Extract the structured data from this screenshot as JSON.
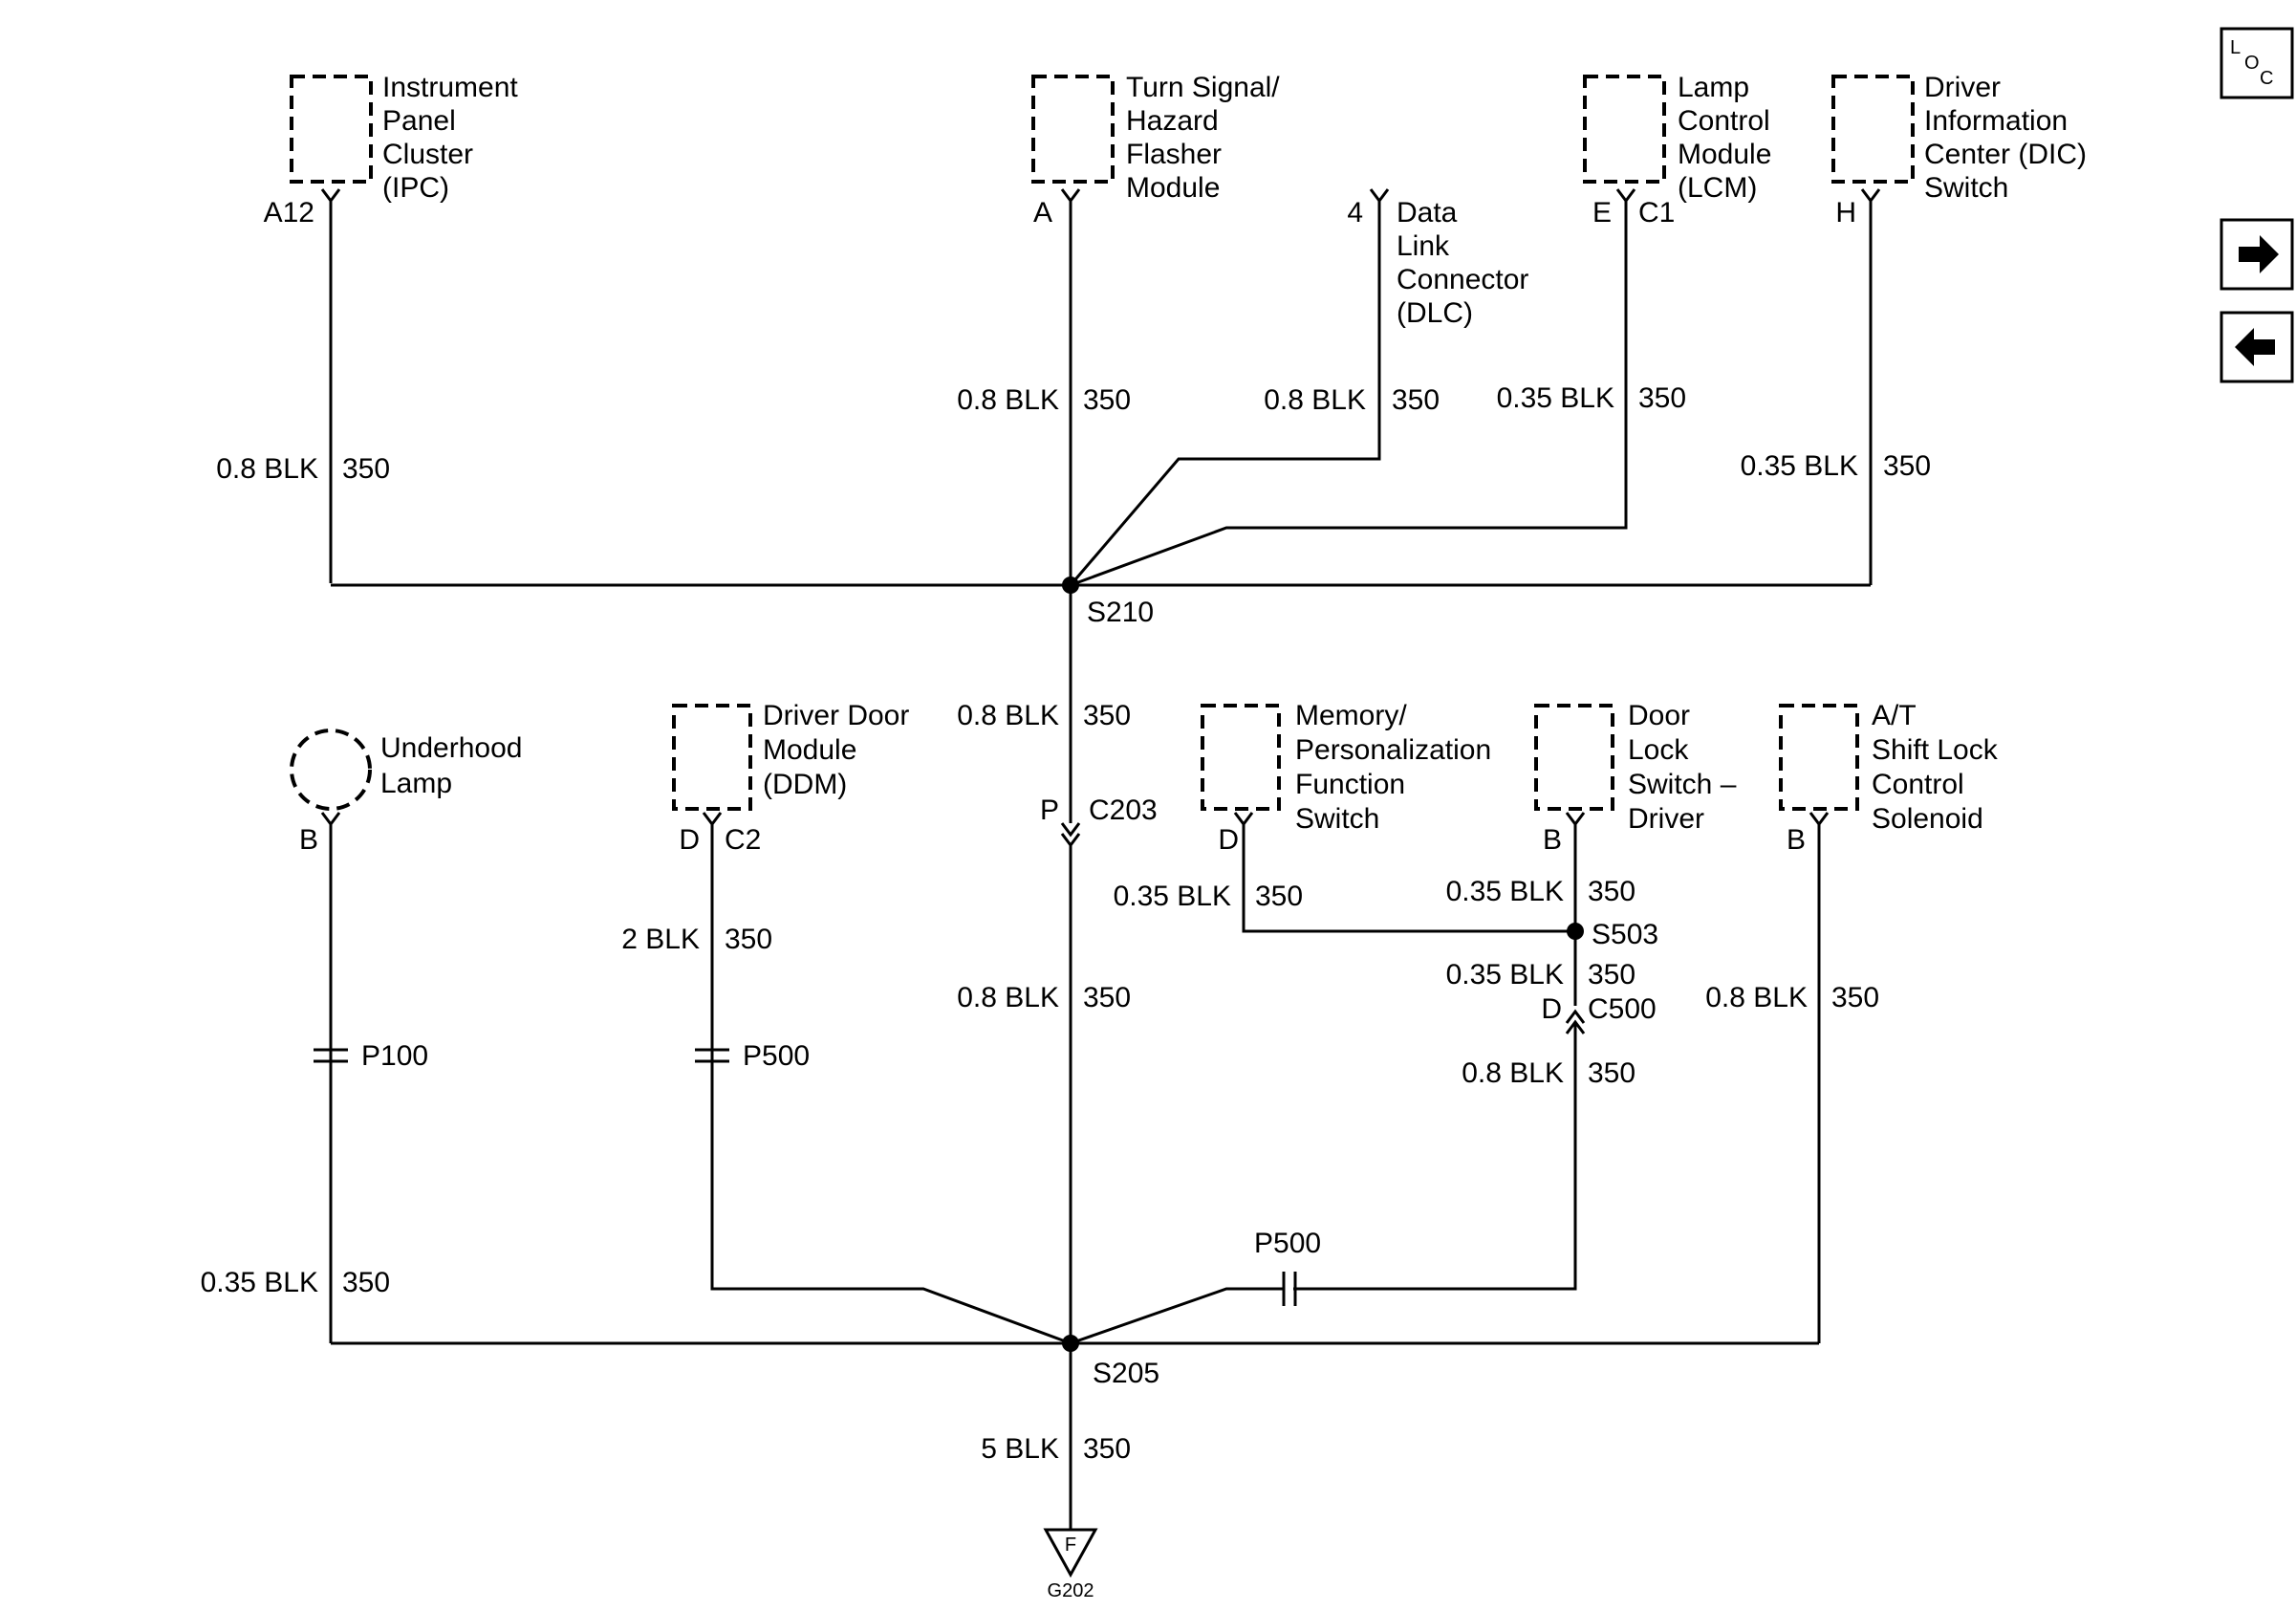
{
  "nav": {
    "loc_label": "LOC",
    "next_icon": "arrow-right-icon",
    "prev_icon": "arrow-left-icon"
  },
  "components": {
    "ipc": [
      "Instrument",
      "Panel",
      "Cluster",
      "(IPC)"
    ],
    "turn": [
      "Turn Signal/",
      "Hazard",
      "Flasher",
      "Module"
    ],
    "dlc": [
      "Data",
      "Link",
      "Connector",
      "(DLC)"
    ],
    "lcm": [
      "Lamp",
      "Control",
      "Module",
      "(LCM)"
    ],
    "dic": [
      "Driver",
      "Information",
      "Center (DIC)",
      "Switch"
    ],
    "underhood": [
      "Underhood",
      "Lamp"
    ],
    "ddm": [
      "Driver Door",
      "Module",
      "(DDM)"
    ],
    "mem": [
      "Memory/",
      "Personalization",
      "Function",
      "Switch"
    ],
    "doorlock": [
      "Door",
      "Lock",
      "Switch –",
      "Driver"
    ],
    "shiftlock": [
      "A/T",
      "Shift Lock",
      "Control",
      "Solenoid"
    ]
  },
  "pins": {
    "ipc": "A12",
    "turn": "A",
    "dlc": "4",
    "lcm_e": "E",
    "lcm_c": "C1",
    "dic": "H",
    "underhood": "B",
    "ddm_d": "D",
    "ddm_c": "C2",
    "c203_pin": "P",
    "c203": "C203",
    "mem": "D",
    "doorlock": "B",
    "shiftlock": "B",
    "c500_pin": "D",
    "c500": "C500"
  },
  "wires": {
    "ipc": [
      "0.8 BLK",
      "350"
    ],
    "turn": [
      "0.8 BLK",
      "350"
    ],
    "dlc": [
      "0.8 BLK",
      "350"
    ],
    "lcm": [
      "0.35 BLK",
      "350"
    ],
    "dic": [
      "0.35 BLK",
      "350"
    ],
    "s210_down": [
      "0.8 BLK",
      "350"
    ],
    "ddm": [
      "2 BLK",
      "350"
    ],
    "main": [
      "0.8 BLK",
      "350"
    ],
    "mem": [
      "0.35 BLK",
      "350"
    ],
    "doorlock": [
      "0.35 BLK",
      "350"
    ],
    "s503_down": [
      "0.35 BLK",
      "350"
    ],
    "c500_down": [
      "0.8 BLK",
      "350"
    ],
    "shiftlock": [
      "0.8 BLK",
      "350"
    ],
    "underhood": [
      "0.35 BLK",
      "350"
    ],
    "ground": [
      "5 BLK",
      "350"
    ]
  },
  "splices": {
    "s210": "S210",
    "s205": "S205",
    "s503": "S503"
  },
  "pass_throughs": {
    "p100": "P100",
    "p500_ddm": "P500",
    "p500_door": "P500"
  },
  "ground": {
    "symbol": "F",
    "name": "G202"
  }
}
